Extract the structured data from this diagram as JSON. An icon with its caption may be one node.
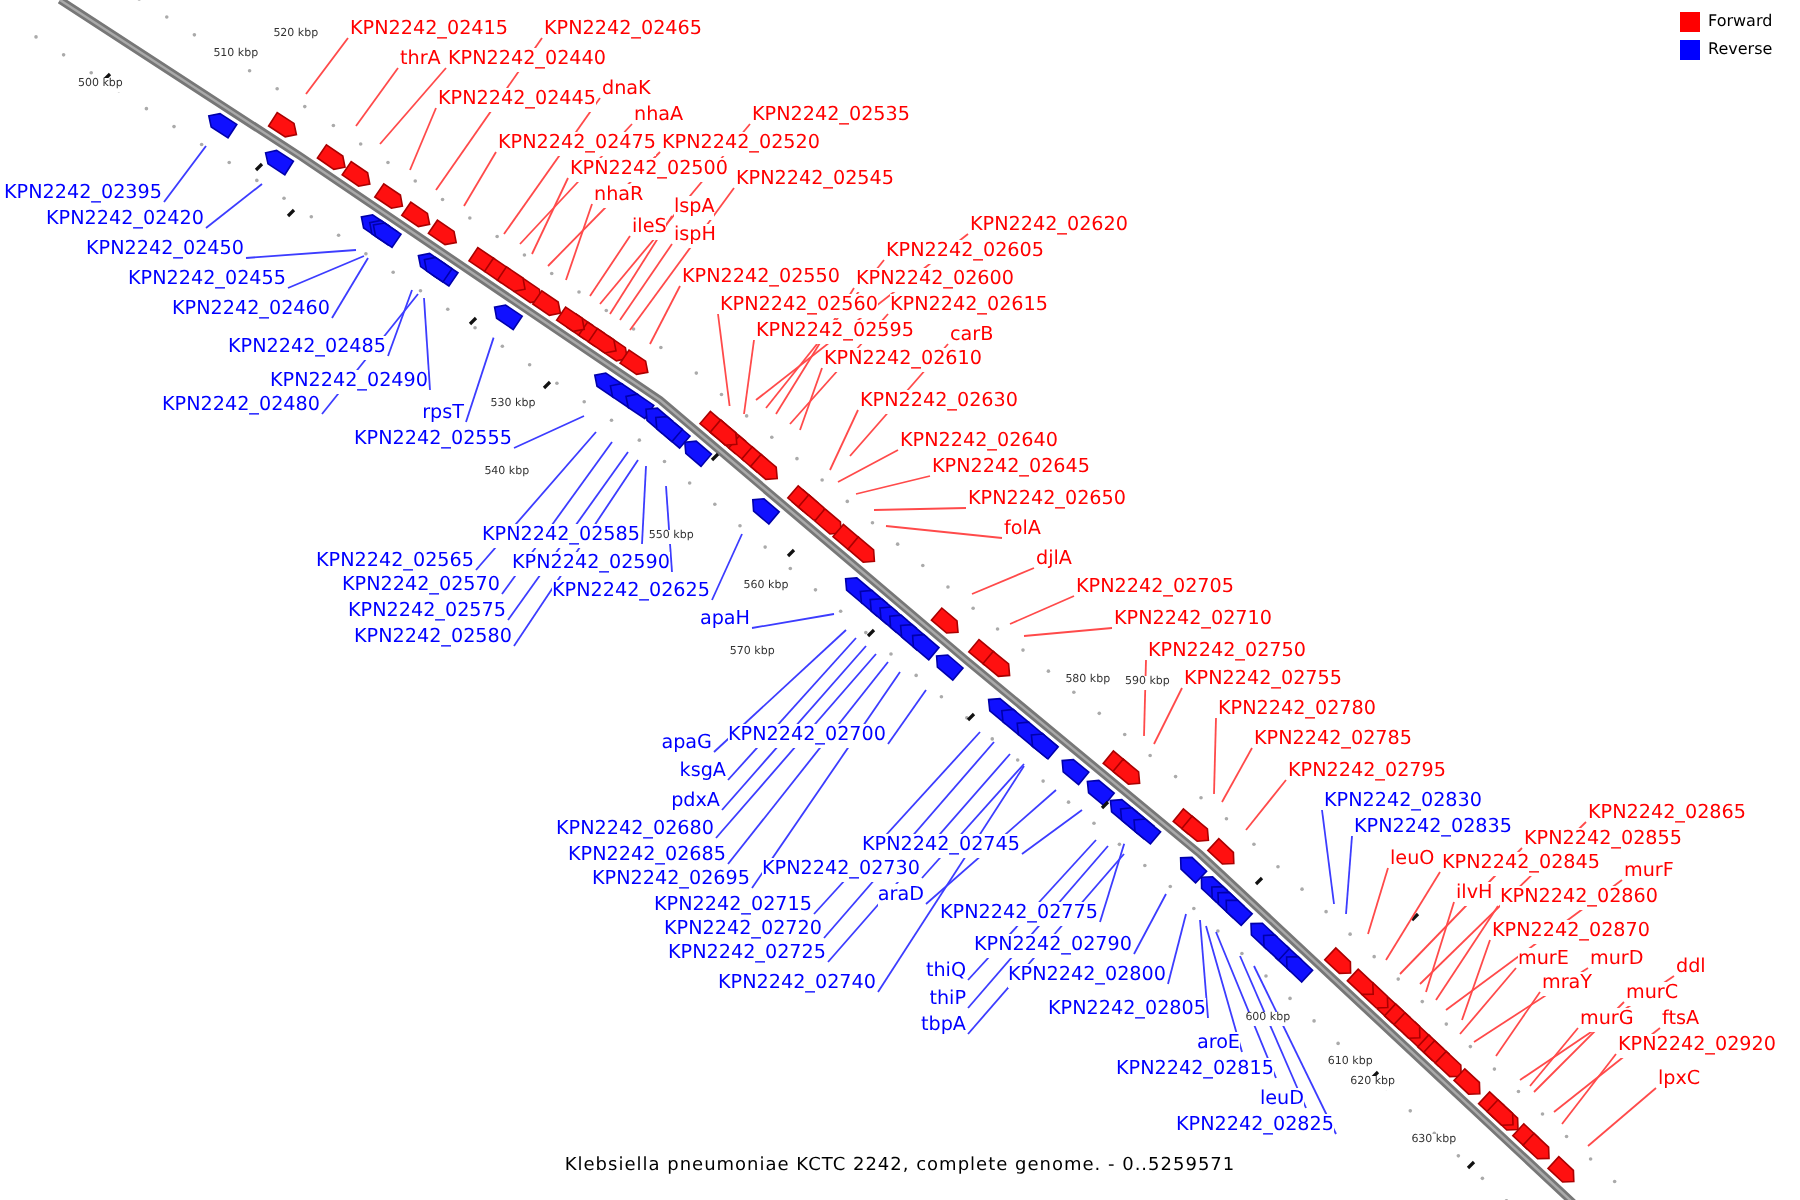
{
  "diagram": {
    "caption": "Klebsiella pneumoniae KCTC 2242, complete genome. - 0..5259571",
    "nodes": [
      {
        "text": [
          "KPN2242_02415"
        ]
      },
      {
        "text": [
          "KPN2242_02465"
        ]
      },
      {
        "text": [
          "thrA"
        ]
      },
      {
        "text": [
          "KPN2242_02440"
        ]
      },
      {
        "text": [
          "dnaK"
        ]
      },
      {
        "text": [
          "KPN2242_02445"
        ]
      },
      {
        "text": [
          "nhaA"
        ]
      },
      {
        "text": [
          "KPN2242_02535"
        ]
      },
      {
        "text": [
          "KPN2242_02475"
        ]
      },
      {
        "text": [
          "KPN2242_02520"
        ]
      },
      {
        "text": [
          "KPN2242_02500"
        ]
      },
      {
        "text": [
          "KPN2242_02545"
        ]
      },
      {
        "text": [
          "nhaR"
        ]
      },
      {
        "text": [
          "lspA"
        ]
      },
      {
        "text": [
          "KPN2242_02620"
        ]
      },
      {
        "text": [
          "ileS"
        ]
      },
      {
        "text": [
          "ispH"
        ]
      },
      {
        "text": [
          "KPN2242_02605"
        ]
      },
      {
        "text": [
          "KPN2242_02550"
        ]
      },
      {
        "text": [
          "KPN2242_02600"
        ]
      },
      {
        "text": [
          "KPN2242_02560"
        ]
      },
      {
        "text": [
          "KPN2242_02615"
        ]
      },
      {
        "text": [
          "KPN2242_02595"
        ]
      },
      {
        "text": [
          "carB"
        ]
      },
      {
        "text": [
          "KPN2242_02610"
        ]
      },
      {
        "text": [
          "KPN2242_02630"
        ]
      },
      {
        "text": [
          "KPN2242_02640"
        ]
      },
      {
        "text": [
          "KPN2242_02645"
        ]
      },
      {
        "text": [
          "KPN2242_02650"
        ]
      },
      {
        "text": [
          "folA"
        ]
      },
      {
        "text": [
          "djlA"
        ]
      },
      {
        "text": [
          "KPN2242_02705"
        ]
      },
      {
        "text": [
          "KPN2242_02710"
        ]
      },
      {
        "text": [
          "KPN2242_02750"
        ]
      },
      {
        "text": [
          "KPN2242_02755"
        ]
      },
      {
        "text": [
          "KPN2242_02780"
        ]
      },
      {
        "text": [
          "KPN2242_02785"
        ]
      },
      {
        "text": [
          "KPN2242_02795"
        ]
      },
      {
        "text": [
          "KPN2242_02830"
        ]
      },
      {
        "text": [
          "KPN2242_02835"
        ]
      },
      {
        "text": [
          "KPN2242_02865"
        ]
      },
      {
        "text": [
          "KPN2242_02855"
        ]
      },
      {
        "text": [
          "leuO"
        ]
      },
      {
        "text": [
          "KPN2242_02845"
        ]
      },
      {
        "text": [
          "murF"
        ]
      },
      {
        "text": [
          "ilvH"
        ]
      },
      {
        "text": [
          "KPN2242_02860"
        ]
      },
      {
        "text": [
          "KPN2242_02870"
        ]
      },
      {
        "text": [
          "murE"
        ]
      },
      {
        "text": [
          "murD"
        ]
      },
      {
        "text": [
          "ddl"
        ]
      },
      {
        "text": [
          "mraY"
        ]
      },
      {
        "text": [
          "murC"
        ]
      },
      {
        "text": [
          "murG"
        ]
      },
      {
        "text": [
          "ftsA"
        ]
      },
      {
        "text": [
          "KPN2242_02920"
        ]
      },
      {
        "text": [
          "lpxC"
        ]
      },
      {
        "text": [
          "KPN2242_02395"
        ]
      },
      {
        "text": [
          "KPN2242_02420"
        ]
      },
      {
        "text": [
          "KPN2242_02450"
        ]
      },
      {
        "text": [
          "KPN2242_02455"
        ]
      },
      {
        "text": [
          "KPN2242_02460"
        ]
      },
      {
        "text": [
          "KPN2242_02485"
        ]
      },
      {
        "text": [
          "KPN2242_02490"
        ]
      },
      {
        "text": [
          "KPN2242_02480"
        ]
      },
      {
        "text": [
          "rpsT"
        ]
      },
      {
        "text": [
          "KPN2242_02555"
        ]
      },
      {
        "text": [
          "KPN2242_02585"
        ]
      },
      {
        "text": [
          "KPN2242_02565"
        ]
      },
      {
        "text": [
          "KPN2242_02590"
        ]
      },
      {
        "text": [
          "KPN2242_02570"
        ]
      },
      {
        "text": [
          "KPN2242_02625"
        ]
      },
      {
        "text": [
          "KPN2242_02575"
        ]
      },
      {
        "text": [
          "KPN2242_02580"
        ]
      },
      {
        "text": [
          "apaH"
        ]
      },
      {
        "text": [
          "KPN2242_02700"
        ]
      },
      {
        "text": [
          "apaG"
        ]
      },
      {
        "text": [
          "ksgA"
        ]
      },
      {
        "text": [
          "pdxA"
        ]
      },
      {
        "text": [
          "KPN2242_02680"
        ]
      },
      {
        "text": [
          "KPN2242_02745"
        ]
      },
      {
        "text": [
          "KPN2242_02685"
        ]
      },
      {
        "text": [
          "KPN2242_02730"
        ]
      },
      {
        "text": [
          "KPN2242_02695"
        ]
      },
      {
        "text": [
          "araD"
        ]
      },
      {
        "text": [
          "KPN2242_02715"
        ]
      },
      {
        "text": [
          "KPN2242_02775"
        ]
      },
      {
        "text": [
          "KPN2242_02720"
        ]
      },
      {
        "text": [
          "KPN2242_02790"
        ]
      },
      {
        "text": [
          "KPN2242_02725"
        ]
      },
      {
        "text": [
          "thiQ"
        ]
      },
      {
        "text": [
          "KPN2242_02800"
        ]
      },
      {
        "text": [
          "KPN2242_02740"
        ]
      },
      {
        "text": [
          "thiP"
        ]
      },
      {
        "text": [
          "KPN2242_02805"
        ]
      },
      {
        "text": [
          "tbpA"
        ]
      },
      {
        "text": [
          "aroE"
        ]
      },
      {
        "text": [
          "KPN2242_02815"
        ]
      },
      {
        "text": [
          "leuD"
        ]
      },
      {
        "text": [
          "KPN2242_02825"
        ]
      }
    ],
    "edges": [
      {
        "from": 0,
        "to": null,
        "arrow": "none"
      },
      {
        "from": 1,
        "to": null,
        "arrow": "none"
      },
      {
        "from": 2,
        "to": null,
        "arrow": "none"
      },
      {
        "from": 3,
        "to": null,
        "arrow": "none"
      },
      {
        "from": 4,
        "to": null,
        "arrow": "none"
      },
      {
        "from": 5,
        "to": null,
        "arrow": "none"
      },
      {
        "from": 6,
        "to": null,
        "arrow": "none"
      },
      {
        "from": 7,
        "to": null,
        "arrow": "none"
      },
      {
        "from": 8,
        "to": null,
        "arrow": "none"
      },
      {
        "from": 9,
        "to": null,
        "arrow": "none"
      },
      {
        "from": 10,
        "to": null,
        "arrow": "none"
      },
      {
        "from": 11,
        "to": null,
        "arrow": "none"
      },
      {
        "from": 12,
        "to": null,
        "arrow": "none"
      },
      {
        "from": 13,
        "to": null,
        "arrow": "none"
      },
      {
        "from": 14,
        "to": null,
        "arrow": "none"
      },
      {
        "from": 15,
        "to": null,
        "arrow": "none"
      },
      {
        "from": 16,
        "to": null,
        "arrow": "none"
      },
      {
        "from": 17,
        "to": null,
        "arrow": "none"
      },
      {
        "from": 18,
        "to": null,
        "arrow": "none"
      },
      {
        "from": 19,
        "to": null,
        "arrow": "none"
      },
      {
        "from": 20,
        "to": null,
        "arrow": "none"
      },
      {
        "from": 21,
        "to": null,
        "arrow": "none"
      },
      {
        "from": 22,
        "to": null,
        "arrow": "none"
      },
      {
        "from": 23,
        "to": null,
        "arrow": "none"
      },
      {
        "from": 24,
        "to": null,
        "arrow": "none"
      },
      {
        "from": 25,
        "to": null,
        "arrow": "none"
      },
      {
        "from": 26,
        "to": null,
        "arrow": "none"
      },
      {
        "from": 27,
        "to": null,
        "arrow": "none"
      },
      {
        "from": 28,
        "to": null,
        "arrow": "none"
      },
      {
        "from": 29,
        "to": null,
        "arrow": "none"
      },
      {
        "from": 30,
        "to": null,
        "arrow": "none"
      },
      {
        "from": 31,
        "to": null,
        "arrow": "none"
      },
      {
        "from": 32,
        "to": null,
        "arrow": "none"
      },
      {
        "from": 33,
        "to": null,
        "arrow": "none"
      },
      {
        "from": 34,
        "to": null,
        "arrow": "none"
      },
      {
        "from": 35,
        "to": null,
        "arrow": "none"
      },
      {
        "from": 36,
        "to": null,
        "arrow": "none"
      },
      {
        "from": 37,
        "to": null,
        "arrow": "none"
      },
      {
        "from": 38,
        "to": null,
        "arrow": "none",
        "color": "#3c3cff"
      },
      {
        "from": 39,
        "to": null,
        "arrow": "none",
        "color": "#3c3cff"
      },
      {
        "from": 40,
        "to": null,
        "arrow": "none"
      },
      {
        "from": 41,
        "to": null,
        "arrow": "none"
      },
      {
        "from": 42,
        "to": null,
        "arrow": "none"
      },
      {
        "from": 43,
        "to": null,
        "arrow": "none"
      },
      {
        "from": 44,
        "to": null,
        "arrow": "none"
      },
      {
        "from": 45,
        "to": null,
        "arrow": "none"
      },
      {
        "from": 46,
        "to": null,
        "arrow": "none"
      },
      {
        "from": 47,
        "to": null,
        "arrow": "none"
      },
      {
        "from": 48,
        "to": null,
        "arrow": "none"
      },
      {
        "from": 49,
        "to": null,
        "arrow": "none"
      },
      {
        "from": 50,
        "to": null,
        "arrow": "none"
      },
      {
        "from": 51,
        "to": null,
        "arrow": "none"
      },
      {
        "from": 52,
        "to": null,
        "arrow": "none"
      },
      {
        "from": 53,
        "to": null,
        "arrow": "none"
      },
      {
        "from": 54,
        "to": null,
        "arrow": "none"
      },
      {
        "from": 55,
        "to": null,
        "arrow": "none"
      },
      {
        "from": 56,
        "to": null,
        "arrow": "none"
      },
      {
        "from": 57,
        "to": null,
        "arrow": "none",
        "color": "#3c3cff"
      },
      {
        "from": 58,
        "to": null,
        "arrow": "none",
        "color": "#3c3cff"
      },
      {
        "from": 59,
        "to": null,
        "arrow": "none",
        "color": "#3c3cff"
      },
      {
        "from": 60,
        "to": null,
        "arrow": "none",
        "color": "#3c3cff"
      },
      {
        "from": 61,
        "to": null,
        "arrow": "none",
        "color": "#3c3cff"
      },
      {
        "from": 62,
        "to": null,
        "arrow": "none",
        "color": "#3c3cff"
      },
      {
        "from": 63,
        "to": null,
        "arrow": "none",
        "color": "#3c3cff"
      },
      {
        "from": 64,
        "to": null,
        "arrow": "none",
        "color": "#3c3cff"
      },
      {
        "from": 65,
        "to": null,
        "arrow": "none",
        "color": "#3c3cff"
      },
      {
        "from": 66,
        "to": null,
        "arrow": "none",
        "color": "#3c3cff"
      },
      {
        "from": 67,
        "to": null,
        "arrow": "none",
        "color": "#3c3cff"
      },
      {
        "from": 68,
        "to": null,
        "arrow": "none",
        "color": "#3c3cff"
      },
      {
        "from": 69,
        "to": null,
        "arrow": "none",
        "color": "#3c3cff"
      },
      {
        "from": 70,
        "to": null,
        "arrow": "none",
        "color": "#3c3cff"
      },
      {
        "from": 71,
        "to": null,
        "arrow": "none",
        "color": "#3c3cff"
      },
      {
        "from": 72,
        "to": null,
        "arrow": "none",
        "color": "#3c3cff"
      },
      {
        "from": 73,
        "to": null,
        "arrow": "none",
        "color": "#3c3cff"
      },
      {
        "from": 74,
        "to": null,
        "arrow": "none",
        "color": "#3c3cff"
      },
      {
        "from": 75,
        "to": null,
        "arrow": "none",
        "color": "#3c3cff"
      },
      {
        "from": 76,
        "to": null,
        "arrow": "none",
        "color": "#3c3cff"
      },
      {
        "from": 77,
        "to": null,
        "arrow": "none",
        "color": "#3c3cff"
      },
      {
        "from": 78,
        "to": null,
        "arrow": "none",
        "color": "#3c3cff"
      },
      {
        "from": 79,
        "to": null,
        "arrow": "none",
        "color": "#3c3cff"
      },
      {
        "from": 80,
        "to": null,
        "arrow": "none",
        "color": "#3c3cff"
      },
      {
        "from": 81,
        "to": null,
        "arrow": "none",
        "color": "#3c3cff"
      },
      {
        "from": 82,
        "to": null,
        "arrow": "none",
        "color": "#3c3cff"
      },
      {
        "from": 83,
        "to": null,
        "arrow": "none",
        "color": "#3c3cff"
      },
      {
        "from": 84,
        "to": null,
        "arrow": "none",
        "color": "#3c3cff"
      },
      {
        "from": 85,
        "to": null,
        "arrow": "none",
        "color": "#3c3cff"
      },
      {
        "from": 86,
        "to": null,
        "arrow": "none",
        "color": "#3c3cff"
      },
      {
        "from": 87,
        "to": null,
        "arrow": "none",
        "color": "#3c3cff"
      },
      {
        "from": 88,
        "to": null,
        "arrow": "none",
        "color": "#3c3cff"
      },
      {
        "from": 89,
        "to": null,
        "arrow": "none",
        "color": "#3c3cff"
      },
      {
        "from": 90,
        "to": null,
        "arrow": "none",
        "color": "#3c3cff"
      },
      {
        "from": 91,
        "to": null,
        "arrow": "none",
        "color": "#3c3cff"
      },
      {
        "from": 92,
        "to": null,
        "arrow": "none",
        "color": "#3c3cff"
      },
      {
        "from": 93,
        "to": null,
        "arrow": "none",
        "color": "#3c3cff"
      },
      {
        "from": 94,
        "to": null,
        "arrow": "none",
        "color": "#3c3cff"
      },
      {
        "from": 95,
        "to": null,
        "arrow": "none",
        "color": "#3c3cff"
      },
      {
        "from": 96,
        "to": null,
        "arrow": "none",
        "color": "#3c3cff"
      },
      {
        "from": 97,
        "to": null,
        "arrow": "none",
        "color": "#3c3cff"
      },
      {
        "from": 98,
        "to": null,
        "arrow": "none",
        "color": "#3c3cff"
      },
      {
        "from": 99,
        "to": null,
        "arrow": "none",
        "color": "#3c3cff"
      }
    ],
    "labels": [
      "500 kbp",
      "510 kbp",
      "520 kbp",
      "530 kbp",
      "540 kbp",
      "550 kbp",
      "560 kbp",
      "570 kbp",
      "580 kbp",
      "590 kbp",
      "600 kbp",
      "610 kbp",
      "620 kbp",
      "630 kbp"
    ],
    "legend": [
      {
        "text": "Forward",
        "color": "#ff0000"
      },
      {
        "text": "Reverse",
        "color": "#0000ff"
      }
    ]
  }
}
